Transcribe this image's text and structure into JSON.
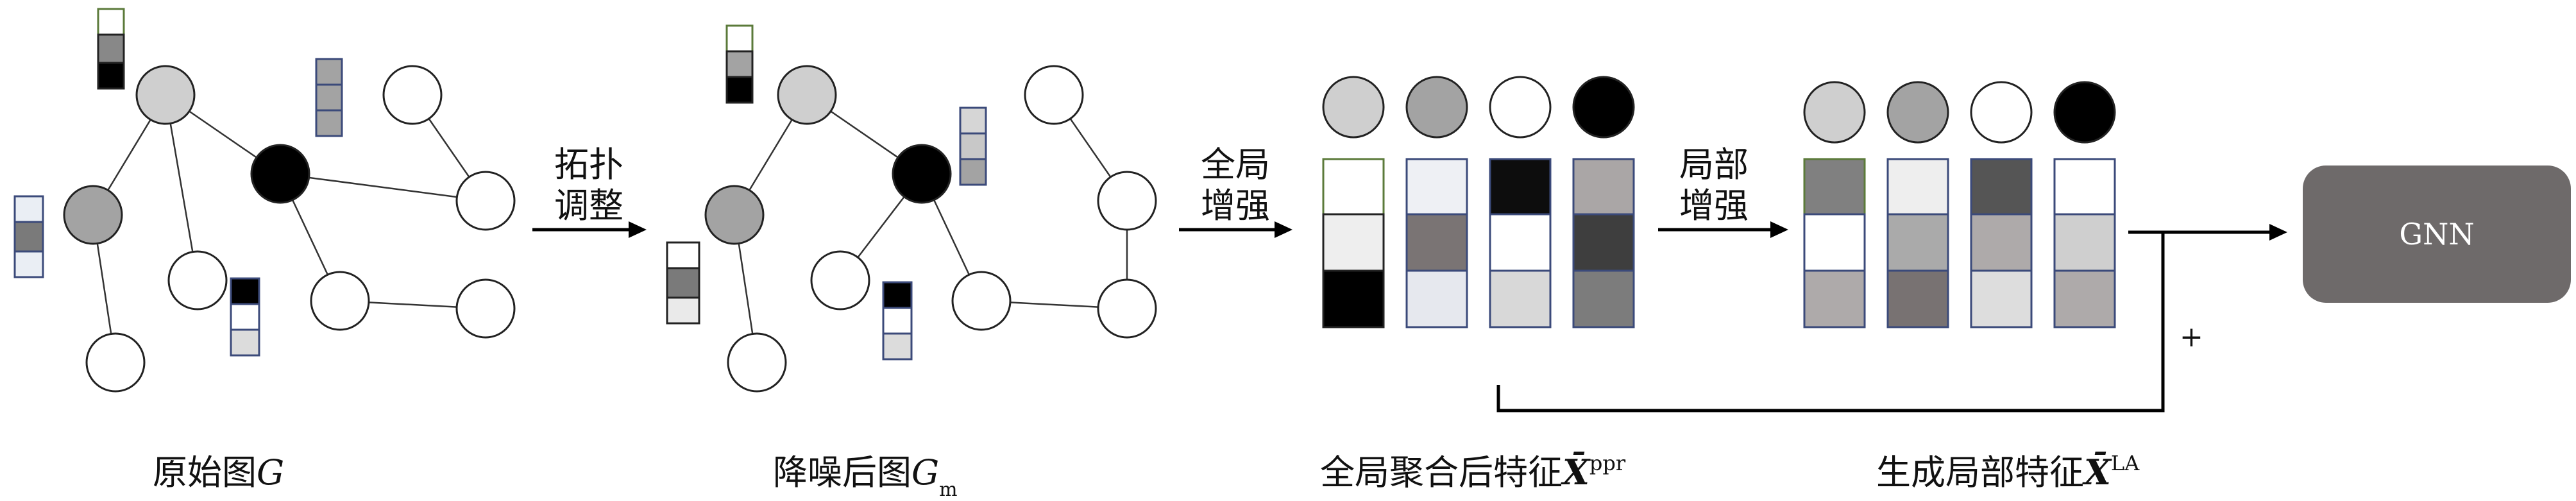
{
  "arrows": {
    "step1": [
      "拓扑",
      "调整"
    ],
    "step2": [
      "全局",
      "增强"
    ],
    "step3": [
      "局部",
      "增强"
    ]
  },
  "captions": {
    "original": {
      "text": "原始图",
      "symbol": "G"
    },
    "denoised": {
      "text": "降噪后图",
      "symbol": "G",
      "subscript": "m"
    },
    "global": {
      "text": "全局聚合后特征",
      "symbol": "X̄",
      "superscript": "ppr"
    },
    "local": {
      "text": "生成局部特征",
      "symbol": "X̄",
      "superscript": "LA"
    }
  },
  "gnn": {
    "label": "GNN"
  },
  "plus": "+",
  "colors": {
    "light": "#cfcfcf",
    "mid": "#a3a3a3",
    "white": "#ffffff",
    "black": "#000000",
    "gnn_box": "#6e6a6a",
    "cell_border": "#3b4a7a"
  }
}
